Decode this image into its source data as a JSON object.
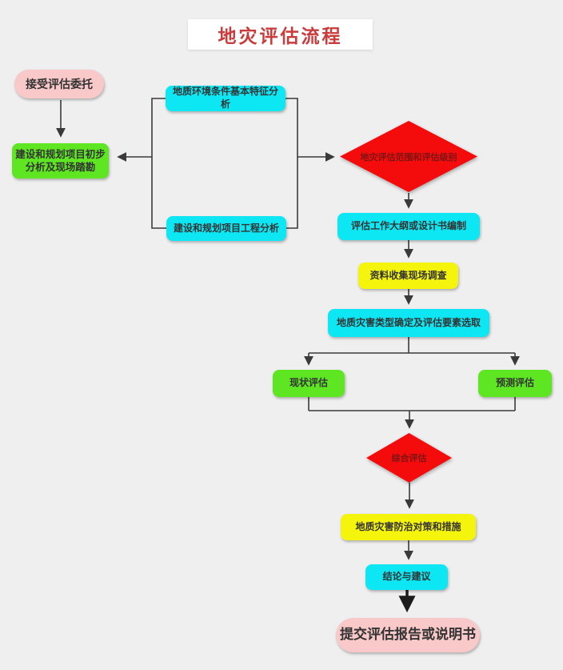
{
  "title": "地灾评估流程",
  "colors": {
    "background": "#efeff0",
    "pink": "#f9c8c8",
    "green": "#5de621",
    "cyan": "#0ce7f3",
    "yellow": "#f4f40c",
    "red": "#f40c0c",
    "title_text": "#cb3b3b",
    "node_text": "#333333",
    "diamond_text": "#7c1414",
    "line": "#3a3a3a"
  },
  "nodes": {
    "accept": {
      "label": "接受评估委托"
    },
    "initial": {
      "label": "建设和规划项目初步分析及现场踏勘"
    },
    "geo_env": {
      "label": "地质环境条件基本特征分析"
    },
    "engineering": {
      "label": "建设和规划项目工程分析"
    },
    "scope_level": {
      "label": "地灾评估范围和评估级别"
    },
    "outline": {
      "label": "评估工作大纲或设计书编制"
    },
    "collection": {
      "label": "资料收集现场调查"
    },
    "hazard_type": {
      "label": "地质灾害类型确定及评估要素选取"
    },
    "current": {
      "label": "现状评估"
    },
    "predict": {
      "label": "预测评估"
    },
    "comprehensive": {
      "label": "综合评估"
    },
    "measures": {
      "label": "地质灾害防治对策和措施"
    },
    "conclusion": {
      "label": "结论与建议"
    },
    "submit": {
      "label": "提交评估报告或说明书"
    }
  },
  "edges": [
    {
      "from": "accept",
      "to": "initial"
    },
    {
      "from": "geo_env+engineering",
      "to": "initial"
    },
    {
      "from": "geo_env+engineering",
      "to": "scope_level"
    },
    {
      "from": "scope_level",
      "to": "outline"
    },
    {
      "from": "outline",
      "to": "collection"
    },
    {
      "from": "collection",
      "to": "hazard_type"
    },
    {
      "from": "hazard_type",
      "to": "current"
    },
    {
      "from": "hazard_type",
      "to": "predict"
    },
    {
      "from": "current",
      "to": "comprehensive"
    },
    {
      "from": "predict",
      "to": "comprehensive"
    },
    {
      "from": "comprehensive",
      "to": "measures"
    },
    {
      "from": "measures",
      "to": "conclusion"
    },
    {
      "from": "conclusion",
      "to": "submit"
    }
  ]
}
